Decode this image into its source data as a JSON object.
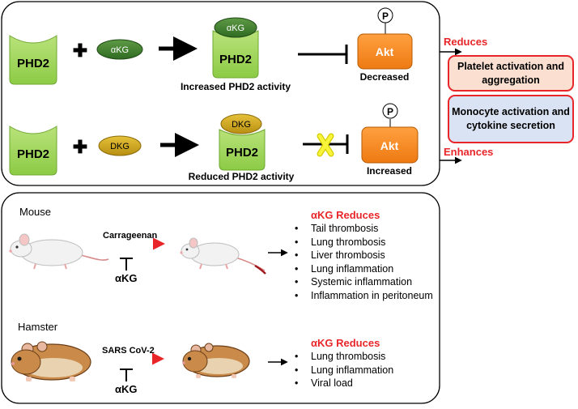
{
  "enzyme_label": "PHD2",
  "akg_label": "αKG",
  "dkg_label": "DKG",
  "akt_label": "Akt",
  "phospho_label": "P",
  "top_panel": {
    "row1_caption": "Increased PHD2 activity",
    "row1_akt_state": "Decreased",
    "row2_caption": "Reduced PHD2 activity",
    "row2_akt_state": "Increased"
  },
  "effects": {
    "reduces_label": "Reduces",
    "enhances_label": "Enhances",
    "outcome_1": "Platelet activation and aggregation",
    "outcome_2": "Monocyte activation and cytokine secretion"
  },
  "bottom_panel": {
    "mouse": {
      "title": "Mouse",
      "stimulus": "Carrageenan",
      "inhibitor": "αKG",
      "effect_title": "αKG Reduces",
      "effects": [
        "Tail thrombosis",
        "Lung thrombosis",
        "Liver thrombosis",
        "Lung inflammation",
        "Systemic inflammation",
        "Inflammation in peritoneum"
      ]
    },
    "hamster": {
      "title": "Hamster",
      "stimulus": "SARS CoV-2",
      "inhibitor": "αKG",
      "effect_title": "αKG Reduces",
      "effects": [
        "Lung thrombosis",
        "Lung inflammation",
        "Viral load"
      ]
    }
  },
  "colors": {
    "phd2_fill": "#92d050",
    "akg_fill": "#3a7d2c",
    "dkg_fill": "#c9a227",
    "akt_fill": "#f5821f",
    "accent_red": "#e8262a",
    "outcome_1_fill": "#fbe0d1",
    "outcome_2_fill": "#dae3f3",
    "blocked_x": "#f7f43a"
  }
}
